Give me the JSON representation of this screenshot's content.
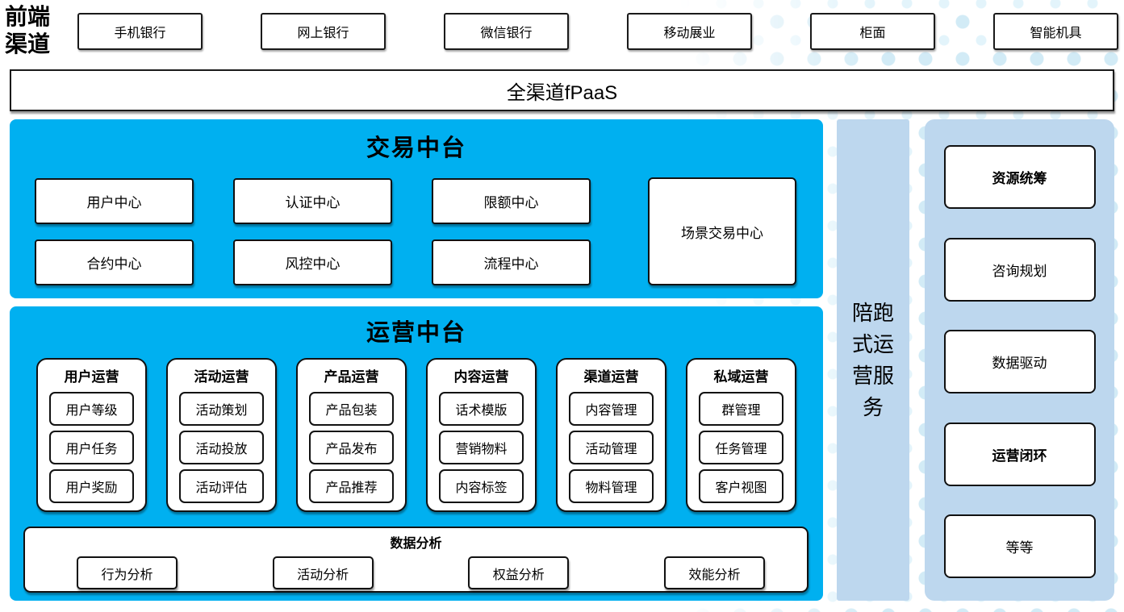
{
  "colors": {
    "main_blue": "#00B0F0",
    "panel_blue": "#BDD7EE",
    "dot_blue": "#D2EBF6",
    "border": "#111111"
  },
  "front_channels": {
    "label": "前端\n渠道",
    "items": [
      "手机银行",
      "网上银行",
      "微信银行",
      "移动展业",
      "柜面",
      "智能机具"
    ]
  },
  "fpaas": {
    "label": "全渠道fPaaS"
  },
  "transaction": {
    "title": "交易中台",
    "centers": [
      "用户中心",
      "认证中心",
      "限额中心",
      "合约中心",
      "风控中心",
      "流程中心"
    ],
    "scene_box": "场景交易中心"
  },
  "operation": {
    "title": "运营中台",
    "columns": [
      {
        "title": "用户运营",
        "items": [
          "用户等级",
          "用户任务",
          "用户奖励"
        ]
      },
      {
        "title": "活动运营",
        "items": [
          "活动策划",
          "活动投放",
          "活动评估"
        ]
      },
      {
        "title": "产品运营",
        "items": [
          "产品包装",
          "产品发布",
          "产品推荐"
        ]
      },
      {
        "title": "内容运营",
        "items": [
          "话术模版",
          "营销物料",
          "内容标签"
        ]
      },
      {
        "title": "渠道运营",
        "items": [
          "内容管理",
          "活动管理",
          "物料管理"
        ]
      },
      {
        "title": "私域运营",
        "items": [
          "群管理",
          "任务管理",
          "客户视图"
        ]
      }
    ],
    "data_analysis": {
      "title": "数据分析",
      "items": [
        "行为分析",
        "活动分析",
        "权益分析",
        "效能分析"
      ]
    }
  },
  "side_bar": {
    "label": "陪跑式运营服务"
  },
  "right_panel": {
    "items": [
      "资源统筹",
      "咨询规划",
      "数据驱动",
      "运营闭环",
      "等等"
    ]
  }
}
